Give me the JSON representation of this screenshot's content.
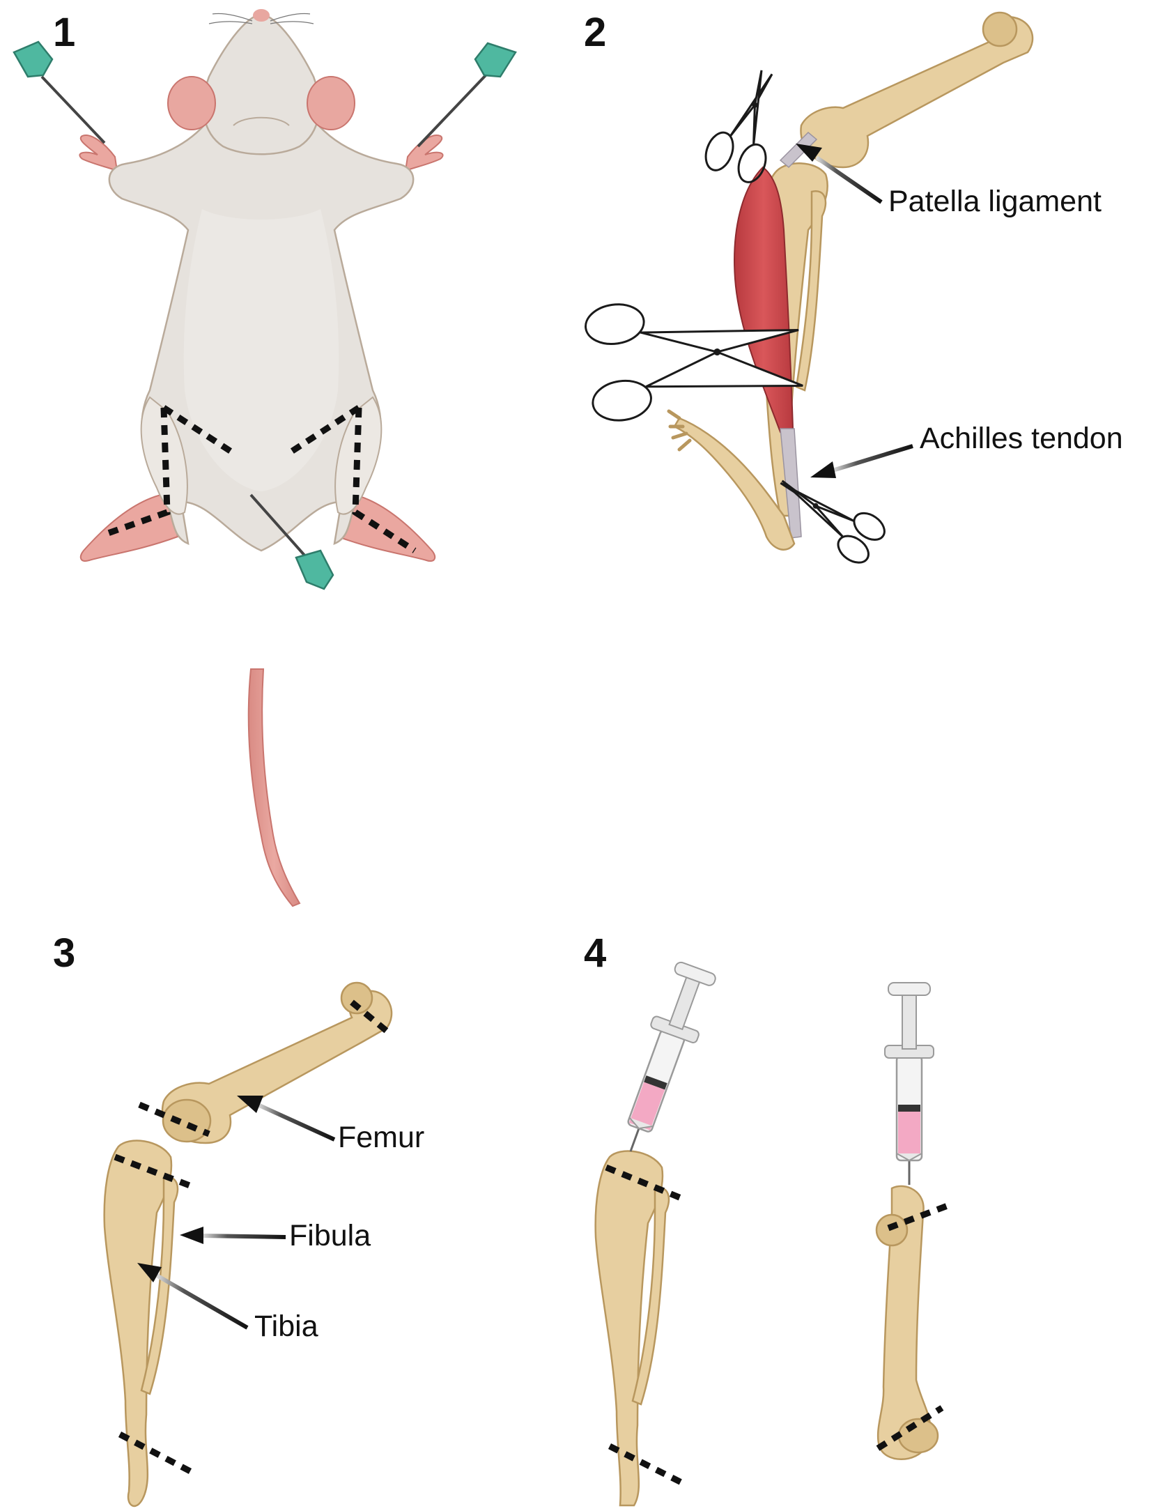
{
  "panels": [
    {
      "number": "1"
    },
    {
      "number": "2",
      "labels": {
        "patella": "Patella ligament",
        "achilles": "Achilles tendon"
      }
    },
    {
      "number": "3",
      "labels": {
        "femur": "Femur",
        "fibula": "Fibula",
        "tibia": "Tibia"
      }
    },
    {
      "number": "4"
    }
  ],
  "colors": {
    "bone": "#e7cfa0",
    "bone_outline": "#b8975e",
    "mouse_fur": "#e6e2dd",
    "mouse_skin": "#e8a7a0",
    "needle_hub": "#4fb8a0",
    "muscle": "#c8474a",
    "syringe_fluid": "#f3a9c4",
    "cut_line": "#111111"
  },
  "icons": [
    "needle-icon",
    "scissors-icon",
    "syringe-icon"
  ]
}
